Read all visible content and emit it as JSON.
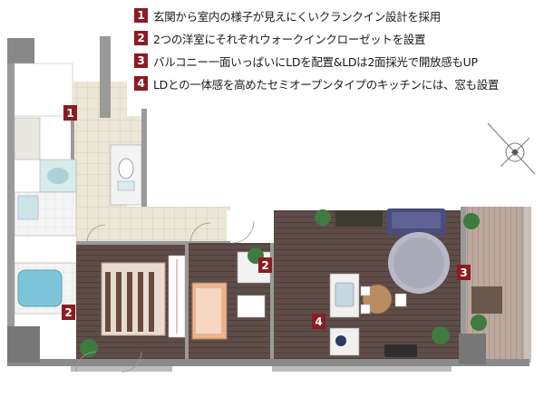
{
  "features": [
    {
      "num": "1",
      "text": "玄関から室内の様子が見えにくいクランクイン設計を採用"
    },
    {
      "num": "2",
      "text": "2つの洋室にそれぞれウォークインクローゼットを設置"
    },
    {
      "num": "3",
      "text": "バルコニー一面いっぱいにLDを配置&LDは2面採光で開放感もUP"
    },
    {
      "num": "4",
      "text": "LDとの一体感を高めたセミオープンタイプのキッチンには、窓も設置"
    }
  ],
  "markers": {
    "entrance": "1",
    "walk_in_closet_left": "2",
    "walk_in_closet_right": "2",
    "living_dining": "3",
    "kitchen": "4"
  },
  "colors": {
    "marker": "#8b1c23",
    "wall": "#8a8a8a",
    "floor_dark": "#5a4a47",
    "floor_tile": "#e8e2d2",
    "balcony": "#b8a59c"
  },
  "icons": {
    "compass": "north-compass-icon"
  }
}
